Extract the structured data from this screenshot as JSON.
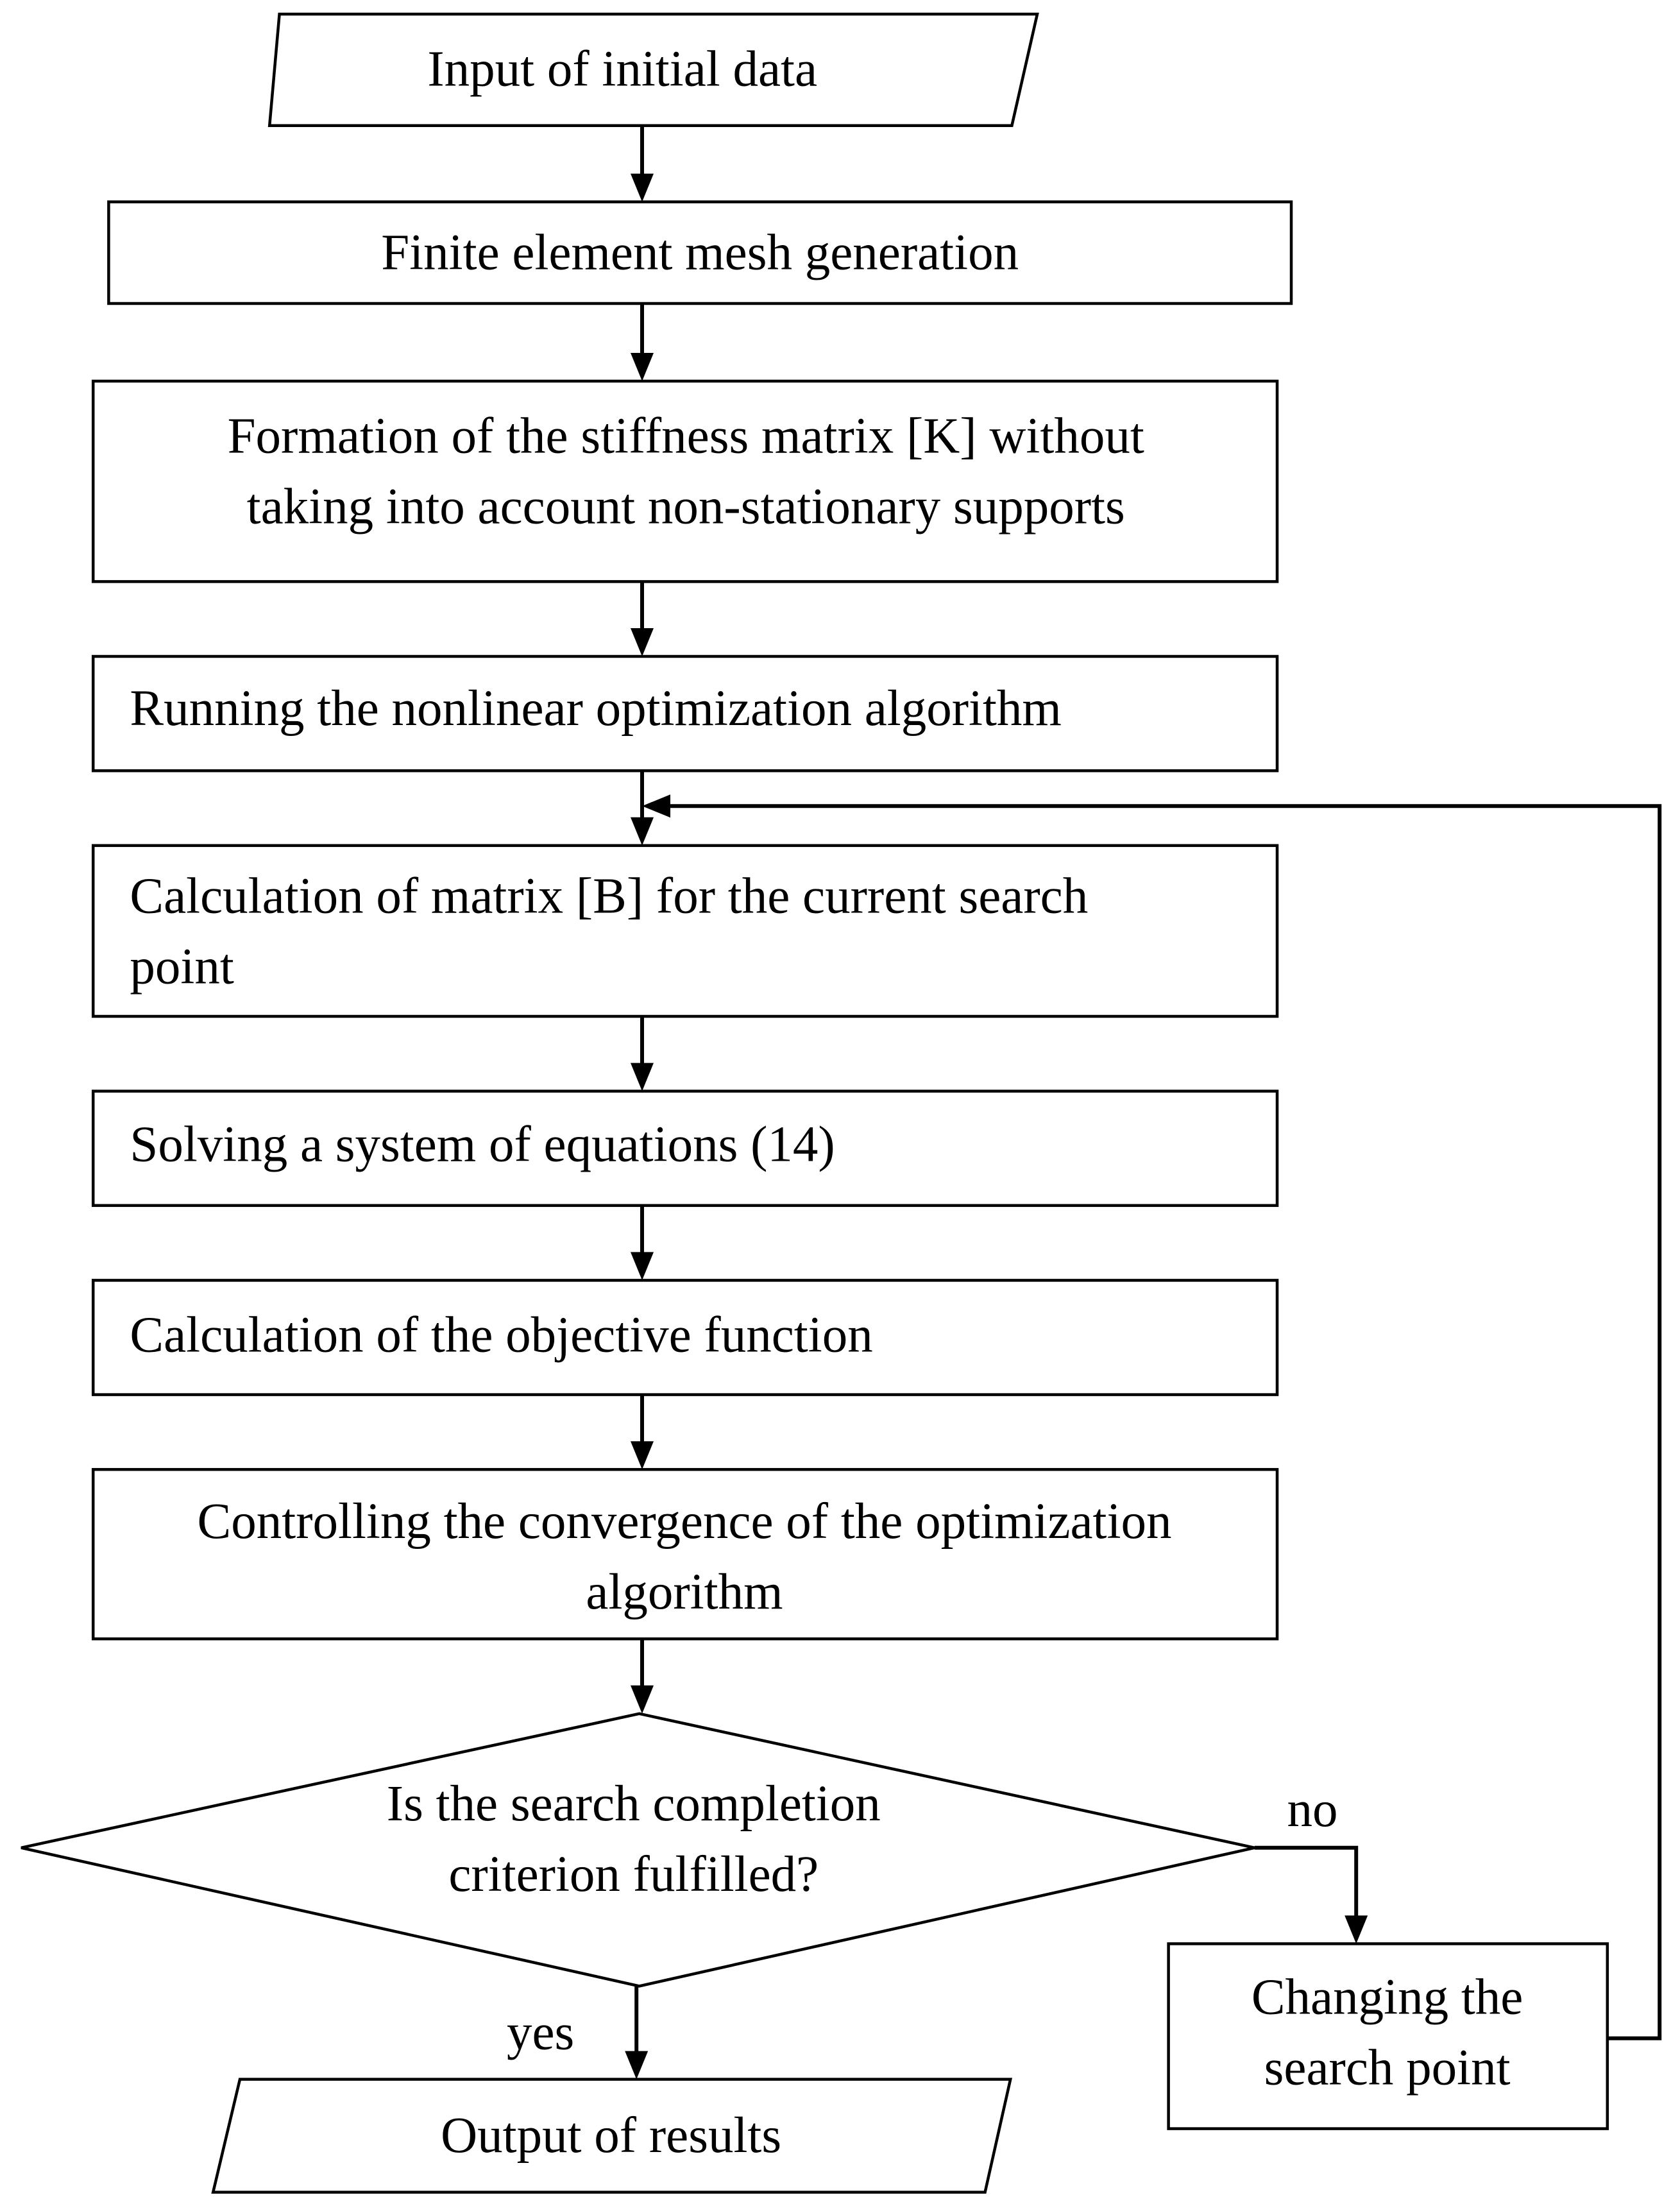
{
  "diagram": {
    "type": "flowchart",
    "nodes": [
      {
        "id": "input",
        "shape": "parallelogram",
        "lines": [
          "Input of initial data"
        ]
      },
      {
        "id": "mesh",
        "shape": "rect",
        "lines": [
          "Finite element mesh generation"
        ]
      },
      {
        "id": "stiffness",
        "shape": "rect",
        "lines": [
          "Formation of the stiffness matrix [K] without",
          "taking into account non-stationary supports"
        ]
      },
      {
        "id": "run",
        "shape": "rect",
        "lines": [
          "Running the nonlinear optimization algorithm"
        ]
      },
      {
        "id": "calcB",
        "shape": "rect",
        "lines": [
          "Calculation of matrix [B] for the current search",
          "point"
        ]
      },
      {
        "id": "solve",
        "shape": "rect",
        "lines": [
          "Solving a system of equations (14)"
        ]
      },
      {
        "id": "objective",
        "shape": "rect",
        "lines": [
          "Calculation of the objective function"
        ]
      },
      {
        "id": "converge",
        "shape": "rect",
        "lines": [
          "Controlling the convergence of the optimization",
          "algorithm"
        ]
      },
      {
        "id": "decision",
        "shape": "diamond",
        "lines": [
          "Is the search completion",
          "criterion fulfilled?"
        ]
      },
      {
        "id": "change",
        "shape": "rect",
        "lines": [
          "Changing the",
          "search point"
        ]
      },
      {
        "id": "output",
        "shape": "parallelogram",
        "lines": [
          "Output of results"
        ]
      }
    ],
    "edges": [
      {
        "from": "input",
        "to": "mesh",
        "label": ""
      },
      {
        "from": "mesh",
        "to": "stiffness",
        "label": ""
      },
      {
        "from": "stiffness",
        "to": "run",
        "label": ""
      },
      {
        "from": "run",
        "to": "calcB",
        "label": ""
      },
      {
        "from": "calcB",
        "to": "solve",
        "label": ""
      },
      {
        "from": "solve",
        "to": "objective",
        "label": ""
      },
      {
        "from": "objective",
        "to": "converge",
        "label": ""
      },
      {
        "from": "converge",
        "to": "decision",
        "label": ""
      },
      {
        "from": "decision",
        "to": "change",
        "label": "no"
      },
      {
        "from": "decision",
        "to": "output",
        "label": "yes"
      },
      {
        "from": "change",
        "to": "calcB",
        "label": ""
      }
    ]
  }
}
